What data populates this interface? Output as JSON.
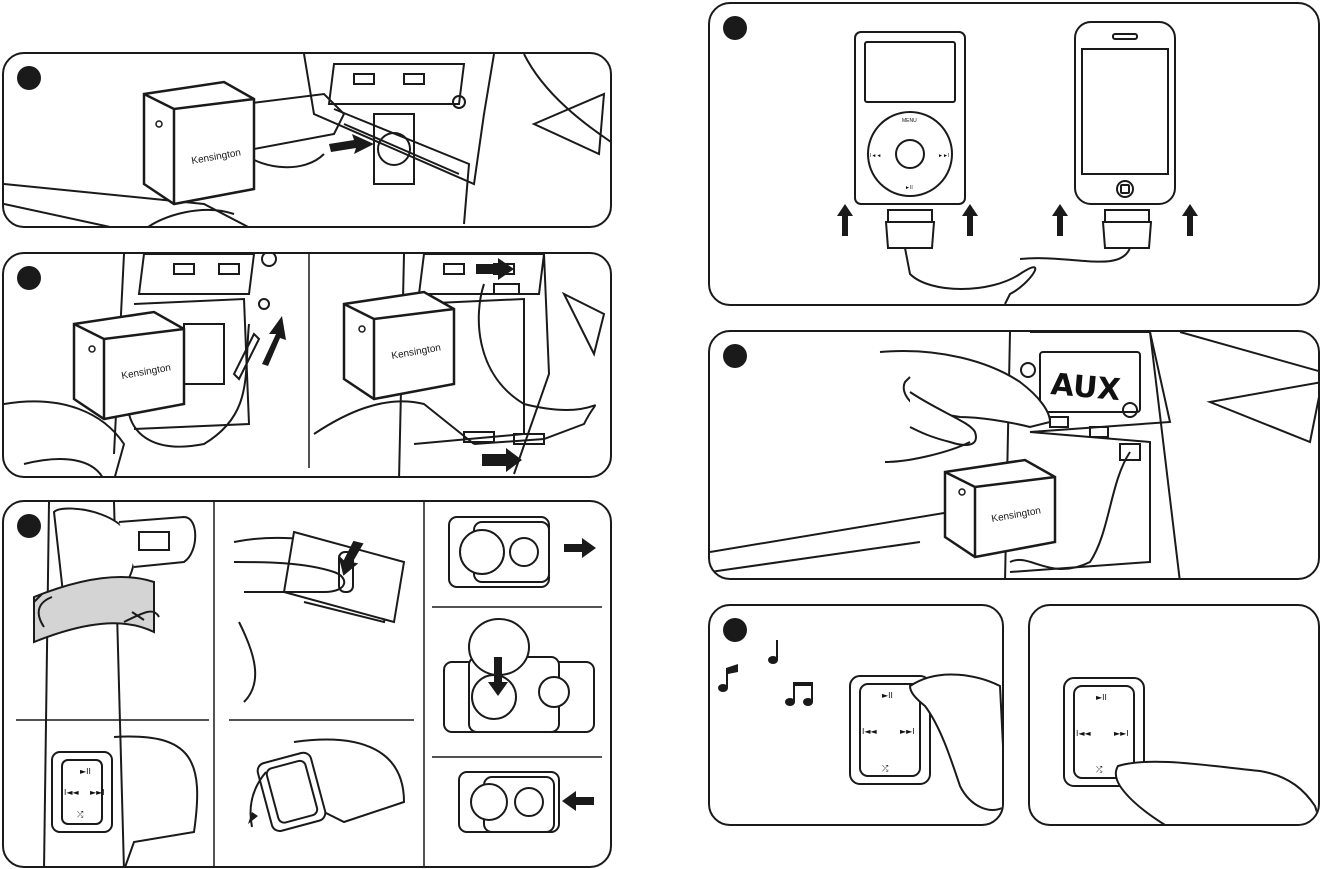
{
  "colors": {
    "ink": "#1a1a1a",
    "strap": "#d4d4d4",
    "paper": "#ffffff"
  },
  "brand": "Kensington",
  "aux_display": "AUX",
  "ipod_menu": "MENU",
  "icons": [
    "power-icon",
    "play-pause-icon",
    "previous-icon",
    "next-icon",
    "shuffle-icon",
    "music-note-icon",
    "arrow-icon",
    "finger-icon"
  ]
}
